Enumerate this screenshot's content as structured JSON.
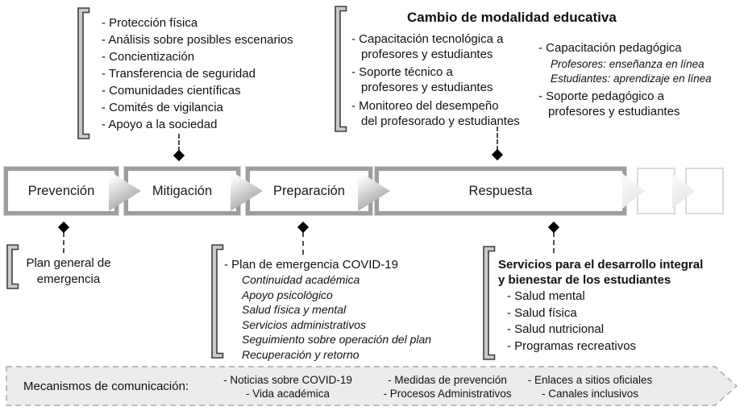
{
  "top_left_list": {
    "items": [
      "- Protección física",
      "- Análisis sobre posibles escenarios",
      "- Concientización",
      "- Transferencia de seguridad",
      "- Comunidades científicas",
      "- Comités de vigilancia",
      "- Apoyo a la sociedad"
    ]
  },
  "education_change": {
    "title": "Cambio de modalidad educativa",
    "items": [
      "- Capacitación tecnológica a\nprofesores y estudiantes",
      "- Soporte técnico a\nprofesores y estudiantes",
      "- Monitoreo del desempeño\ndel profesorado y estudiantes"
    ]
  },
  "pedagogy": {
    "item1": "- Capacitación pedagógica",
    "sub_items": [
      "Profesores: enseñanza en línea",
      "Estudiantes: aprendizaje en línea"
    ],
    "item2": "- Soporte pedagógico a\nprofesores y estudiantes"
  },
  "phases": {
    "boxes": [
      {
        "label": "Prevención"
      },
      {
        "label": "Mitigación"
      },
      {
        "label": "Preparación"
      },
      {
        "label": "Respuesta"
      }
    ]
  },
  "general_plan": {
    "text": "Plan general de\nemergencia"
  },
  "covid_plan": {
    "title": "- Plan de emergencia COVID-19",
    "sub_items": [
      "Continuidad académica",
      "Apoyo psicológico",
      "Salud física y mental",
      "Servicios administrativos",
      "Seguimiento sobre operación del plan",
      "Recuperación y retorno"
    ]
  },
  "student_services": {
    "title": "Servicios para el desarrollo integral\ny bienestar de los estudiantes",
    "items": [
      "- Salud mental",
      "- Salud física",
      "- Salud nutricional",
      "- Programas recreativos"
    ]
  },
  "footer": {
    "label": "Mecanismos de comunicación:",
    "columns": [
      {
        "lines": "- Noticias sobre COVID-19\n- Vida académica"
      },
      {
        "lines": "- Medidas de prevención\n- Procesos Administrativos"
      },
      {
        "lines": "- Enlaces a sitios oficiales\n- Canales inclusivos"
      }
    ]
  },
  "colors": {
    "box_border": "#9e9e9e",
    "faint_border": "#dbdbdb",
    "bracket_fill": "#cacaca",
    "bracket_stroke": "#3e3e3e",
    "footer_fill": "#ececec",
    "footer_stroke": "#a8a8a8",
    "diamond": "#000000",
    "text": "#111111"
  }
}
